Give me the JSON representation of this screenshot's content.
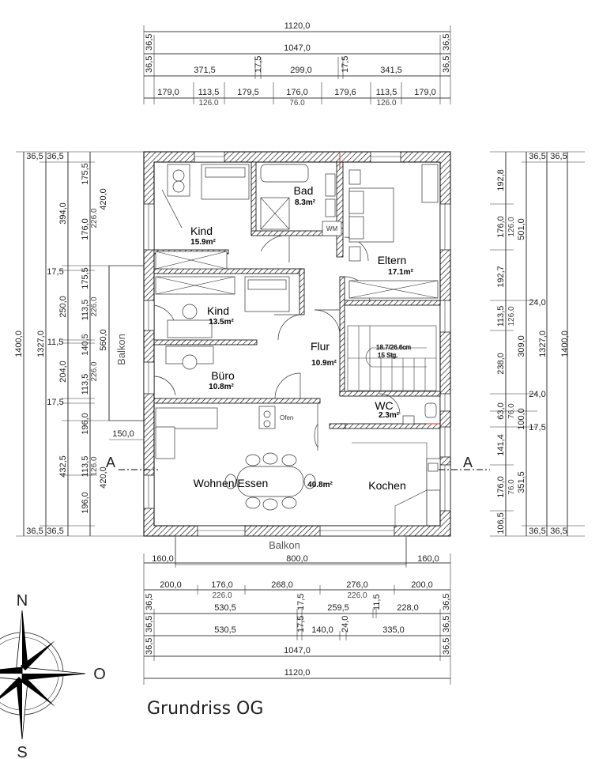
{
  "title": "Grundriss OG",
  "rooms": {
    "kind1": {
      "name": "Kind",
      "area": "15.9m²"
    },
    "kind2": {
      "name": "Kind",
      "area": "13.5m²"
    },
    "buero": {
      "name": "Büro",
      "area": "10.8m²"
    },
    "bad": {
      "name": "Bad",
      "area": "8.3m²"
    },
    "eltern": {
      "name": "Eltern",
      "area": "17.1m²"
    },
    "flur": {
      "name": "Flur",
      "area": "10.9m²"
    },
    "wc": {
      "name": "WC",
      "area": "2.3m²"
    },
    "wohnen": {
      "name": "Wohnen/Essen",
      "area": "40.8m²"
    },
    "kochen": {
      "name": "Kochen"
    }
  },
  "labels": {
    "balkon_west": "Balkon",
    "balkon_south": "Balkon",
    "ofen": "Ofen",
    "wm": "WM",
    "stair_1": "18.7/26.6cm",
    "stair_2": "15 Stg.",
    "section": "A",
    "north": "N",
    "east": "O",
    "south": "S"
  },
  "dims": {
    "top": {
      "overall": "1120,0",
      "inner": "1047,0",
      "wall": "36,5",
      "r3": [
        "371,5",
        "17,5",
        "299,0",
        "17,5",
        "341,5"
      ],
      "r4": [
        "179,0",
        "113,5",
        "179,5",
        "176,0",
        "179,6",
        "113,5",
        "179,0"
      ],
      "r4sub": [
        "126.0",
        "76.0",
        "126.0"
      ]
    },
    "left": {
      "overall": "1400,0",
      "inner": "1327,0",
      "wall": "36,5",
      "rooms": [
        "394,0",
        "17,5",
        "250,0",
        "11,5",
        "204,0",
        "17,5",
        "196,0",
        "432,5",
        "196,0"
      ],
      "windows": [
        "175,5",
        "176,0",
        "175,5",
        "113,5",
        "140,5",
        "113,5",
        "196,0",
        "113,5"
      ],
      "wsub": [
        "226.0",
        "226.0",
        "226.0",
        "126.0"
      ],
      "w420": [
        "420,0",
        "420,0"
      ],
      "balkon_depth": "560,0",
      "balkon_width": "150,0"
    },
    "right": {
      "overall": "1400,0",
      "inner": "1327,0",
      "wall": "36,5",
      "outer": [
        "501,0",
        "309,0",
        "100,0",
        "351,5"
      ],
      "mid": [
        "24,0",
        "24,0",
        "17,5"
      ],
      "windows": [
        "192,8",
        "176,0",
        "192,7",
        "113,5",
        "238,0",
        "63,0",
        "141,4",
        "176,0",
        "106,5"
      ],
      "wsub": [
        "126.0",
        "126.0",
        "76.0",
        "76.0"
      ]
    },
    "bottom": {
      "balkon": [
        "160,0",
        "800,0",
        "160,0"
      ],
      "r1": [
        "200,0",
        "176,0",
        "268,0",
        "276,0",
        "200,0"
      ],
      "r1sub": [
        "226.0",
        "226.0"
      ],
      "r2": [
        "530,5",
        "17,5",
        "259,5",
        "11,5",
        "228,0"
      ],
      "r3": [
        "530,5",
        "17,5",
        "140,0",
        "24,0",
        "335,0"
      ],
      "inner": "1047,0",
      "overall": "1120,0",
      "wall": "36,5"
    }
  }
}
